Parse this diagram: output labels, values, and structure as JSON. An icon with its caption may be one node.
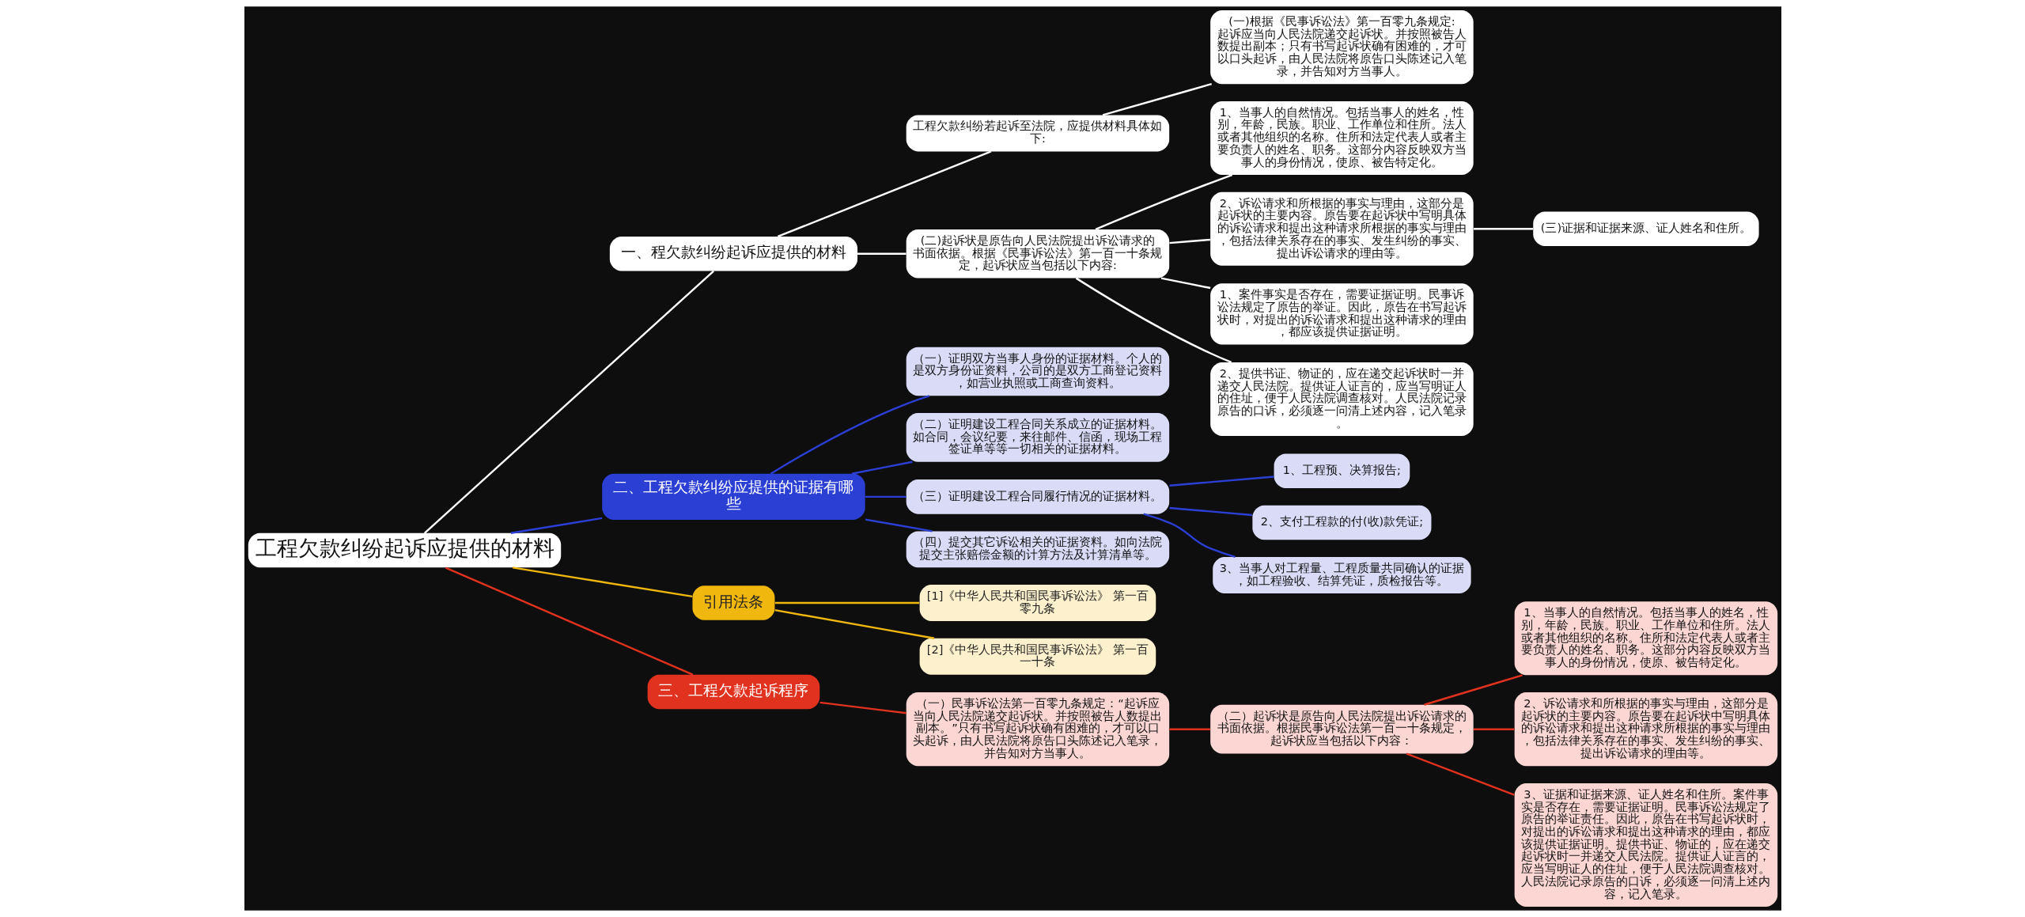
{
  "diagram": {
    "nodes": [
      {
        "text": [
          "工程欠款纠纷起诉应提供的材料"
        ]
      },
      {
        "text": [
          "一、程欠款纠纷起诉应提供的材料"
        ]
      },
      {
        "text": [
          "工程欠款纠纷若起诉至法院，应提供材料具体如下:"
        ]
      },
      {
        "text": [
          "(一)根据《民事诉讼法》第一百零九条规定:起诉应当向人民法院递交起诉状。并按照被告人数提出副本；只有书写起诉状确有困难的，才可以口头起诉，由人民法院将原告口头陈述记入笔录，并告知对方当事人。"
        ]
      },
      {
        "text": [
          "(二)起诉状是原告向人民法院提出诉讼请求的书面依据。根据《民事诉讼法》第一百一十条规定，起诉状应当包括以下内容:"
        ]
      },
      {
        "text": [
          "1、当事人的自然情况。包括当事人的姓名，性别，年龄，民族。职业、工作单位和住所。法人或者其他组织的名称。住所和法定代表人或者主要负责人的姓名、职务。这部分内容反映双方当事人的身份情况，使原、被告特定化。"
        ]
      },
      {
        "text": [
          "2、诉讼请求和所根据的事实与理由，这部分是起诉状的主要内容。原告要在起诉状中写明具体的诉讼请求和提出这种请求所根据的事实与理由，包括法律关系存在的事实、发生纠纷的事实、提出诉讼请求的理由等。"
        ]
      },
      {
        "text": [
          "(三)证据和证据来源、证人姓名和住所。"
        ]
      },
      {
        "text": [
          "1、案件事实是否存在，需要证据证明。民事诉讼法规定了原告的举证。因此，原告在书写起诉状时，对提出的诉讼请求和提出这种请求的理由，都应该提供证据证明。"
        ]
      },
      {
        "text": [
          "2、提供书证、物证的，应在递交起诉状时一并递交人民法院。提供证人证言的，应当写明证人的住址，便于人民法院调查核对。人民法院记录原告的口诉，必须逐一问清上述内容，记入笔录。"
        ]
      },
      {
        "text": [
          "二、工程欠款纠纷应提供的证据有哪些"
        ]
      },
      {
        "text": [
          "（一）证明双方当事人身份的证据材料。个人的是双方身份证资料，公司的是双方工商登记资料，如营业执照或工商查询资料。"
        ]
      },
      {
        "text": [
          "（二）证明建设工程合同关系成立的证据材料。如合同，会议纪要，来往邮件、信函，现场工程签证单等等一切相关的证据材料。"
        ]
      },
      {
        "text": [
          "（三）证明建设工程合同履行情况的证据材料。"
        ]
      },
      {
        "text": [
          "1、工程预、决算报告;"
        ]
      },
      {
        "text": [
          "2、支付工程款的付(收)款凭证;"
        ]
      },
      {
        "text": [
          "3、当事人对工程量、工程质量共同确认的证据，如工程验收、结算凭证，质检报告等。"
        ]
      },
      {
        "text": [
          "（四）提交其它诉讼相关的证据资料。如向法院提交主张赔偿金额的计算方法及计算清单等。"
        ]
      },
      {
        "text": [
          "引用法条"
        ]
      },
      {
        "text": [
          "[1]《中华人民共和国民事诉讼法》 第一百零九条"
        ]
      },
      {
        "text": [
          "[2]《中华人民共和国民事诉讼法》 第一百一十条"
        ]
      },
      {
        "text": [
          "三、工程欠款起诉程序"
        ]
      },
      {
        "text": [
          "（一）民事诉讼法第一百零九条规定：“起诉应当向人民法院递交起诉状。并按照被告人数提出副本。”只有书写起诉状确有困难的，才可以口头起诉，由人民法院将原告口头陈述记入笔录，并告知对方当事人。"
        ]
      },
      {
        "text": [
          "（二）起诉状是原告向人民法院提出诉讼请求的书面依据。根据民事诉讼法第一百一十条规定，起诉状应当包括以下内容："
        ]
      },
      {
        "text": [
          "1、当事人的自然情况。包括当事人的姓名，性别，年龄，民族。职业、工作单位和住所。法人或者其他组织的名称。住所和法定代表人或者主要负责人的姓名、职务。这部分内容反映双方当事人的身份情况，使原、被告特定化。"
        ]
      },
      {
        "text": [
          "2、诉讼请求和所根据的事实与理由，这部分是起诉状的主要内容。原告要在起诉状中写明具体的诉讼请求和提出这种请求所根据的事实与理由，包括法律关系存在的事实、发生纠纷的事实、提出诉讼请求的理由等。"
        ]
      },
      {
        "text": [
          "3、证据和证据来源、证人姓名和住所。案件事实是否存在，需要证据证明。民事诉讼法规定了原告的举证责任。因此，原告在书写起诉状时，对提出的诉讼请求和提出这种请求的理由，都应该提供证据证明。提供书证、物证的，应在递交起诉状时一并递交人民法院。提供证人证言的，应当写明证人的住址，便于人民法院调查核对。人民法院记录原告的口诉，必须逐一问清上述内容，记入笔录。"
        ]
      }
    ],
    "edges": [
      {
        "from": 0,
        "to": 1,
        "arrow": "none"
      },
      {
        "from": 1,
        "to": 2,
        "arrow": "none"
      },
      {
        "from": 2,
        "to": 3,
        "arrow": "none"
      },
      {
        "from": 1,
        "to": 4,
        "arrow": "none"
      },
      {
        "from": 4,
        "to": 5,
        "arrow": "none"
      },
      {
        "from": 4,
        "to": 6,
        "arrow": "none"
      },
      {
        "from": 6,
        "to": 7,
        "arrow": "none"
      },
      {
        "from": 4,
        "to": 8,
        "arrow": "none"
      },
      {
        "from": 4,
        "to": 9,
        "arrow": "none"
      },
      {
        "from": 0,
        "to": 10,
        "arrow": "none",
        "color": "#2b3fd4"
      },
      {
        "from": 10,
        "to": 11,
        "arrow": "none",
        "color": "#2b3fd4"
      },
      {
        "from": 10,
        "to": 12,
        "arrow": "none",
        "color": "#2b3fd4"
      },
      {
        "from": 10,
        "to": 13,
        "arrow": "none",
        "color": "#2b3fd4"
      },
      {
        "from": 13,
        "to": 14,
        "arrow": "none",
        "color": "#2b3fd4"
      },
      {
        "from": 13,
        "to": 15,
        "arrow": "none",
        "color": "#2b3fd4"
      },
      {
        "from": 13,
        "to": 16,
        "arrow": "none",
        "color": "#2b3fd4"
      },
      {
        "from": 10,
        "to": 17,
        "arrow": "none",
        "color": "#2b3fd4"
      },
      {
        "from": 0,
        "to": 18,
        "arrow": "none",
        "color": "#f0b70f"
      },
      {
        "from": 18,
        "to": 19,
        "arrow": "none",
        "color": "#f0b70f"
      },
      {
        "from": 18,
        "to": 20,
        "arrow": "none",
        "color": "#f0b70f"
      },
      {
        "from": 0,
        "to": 21,
        "arrow": "none",
        "color": "#e0321f"
      },
      {
        "from": 21,
        "to": 22,
        "arrow": "none",
        "color": "#e0321f"
      },
      {
        "from": 22,
        "to": 23,
        "arrow": "none",
        "color": "#e0321f"
      },
      {
        "from": 23,
        "to": 24,
        "arrow": "none",
        "color": "#e0321f"
      },
      {
        "from": 23,
        "to": 25,
        "arrow": "none",
        "color": "#e0321f"
      },
      {
        "from": 23,
        "to": 26,
        "arrow": "none",
        "color": "#e0321f"
      }
    ]
  }
}
